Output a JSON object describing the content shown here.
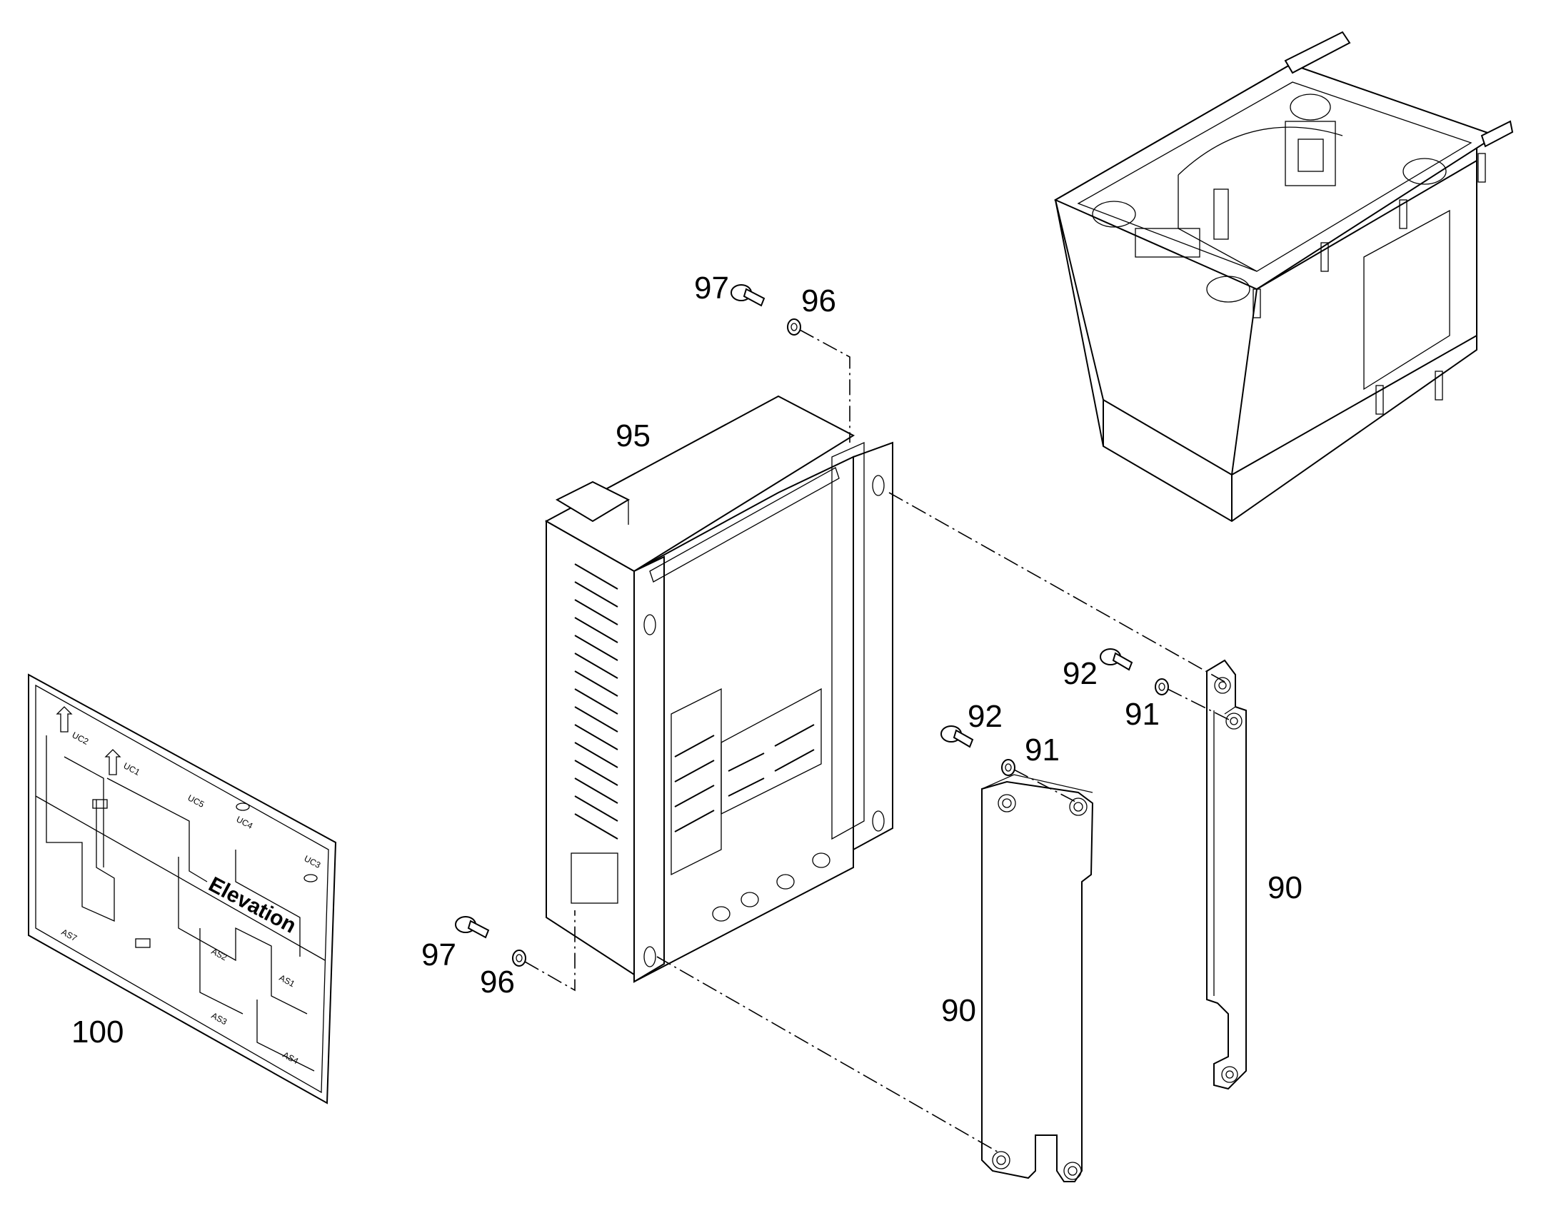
{
  "callouts": {
    "screw_top": "97",
    "washer_top": "96",
    "control_box": "95",
    "screw_bottom": "97",
    "washer_bottom": "96",
    "decal": "100",
    "bolt_mid": "92",
    "washer_mid": "91",
    "bolt_right": "92",
    "washer_right": "91",
    "bracket_left": "90",
    "bracket_right": "90"
  },
  "decal": {
    "title": "Elevation",
    "labels": [
      "AS7",
      "AS2",
      "AS1",
      "AS3",
      "AS4",
      "UC2",
      "UC3",
      "UC1",
      "UC4",
      "UC5"
    ]
  },
  "colors": {
    "line": "#000000",
    "background": "#ffffff"
  }
}
